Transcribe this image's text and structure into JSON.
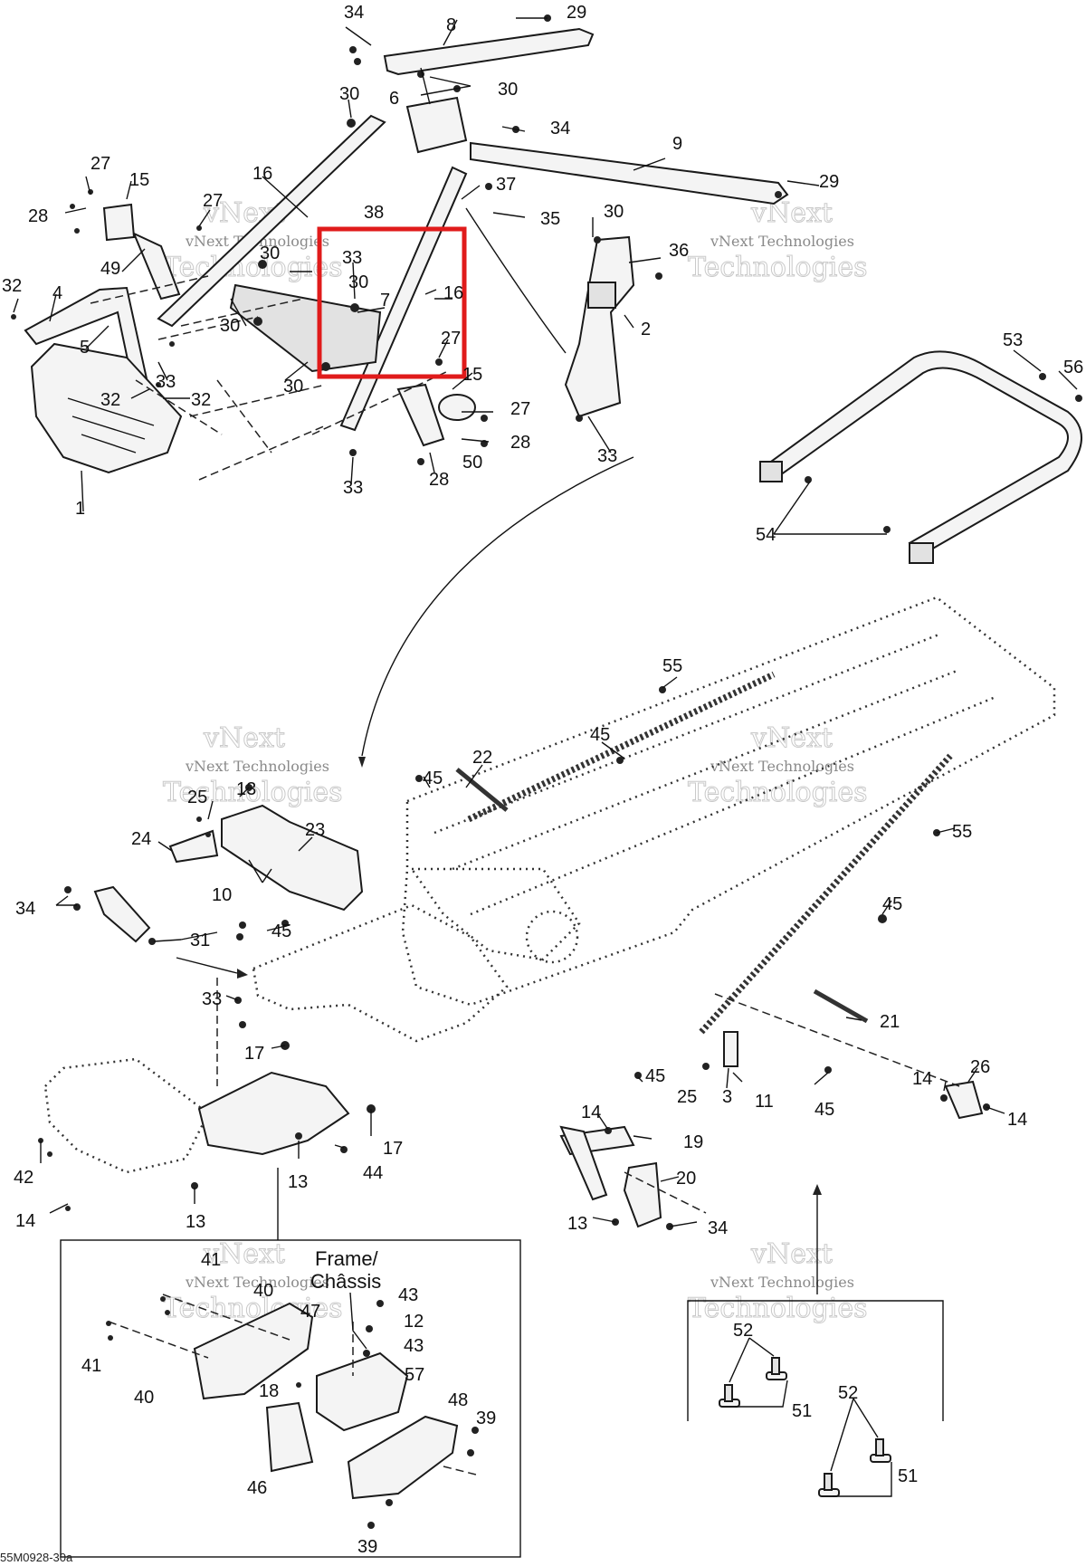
{
  "diagram": {
    "drawing_code": "55M0928-30a",
    "frame_label_line1": "Frame/",
    "frame_label_line2": "Châssis",
    "watermarks": [
      {
        "line1": "vNext",
        "line2": "vNext Technologies",
        "line3": "Technologies"
      },
      {
        "line1": "vNext",
        "line2": "vNext Technologies",
        "line3": "Technologies"
      },
      {
        "line1": "vNext",
        "line2": "vNext Technologies",
        "line3": "Technologies"
      },
      {
        "line1": "vNext",
        "line2": "vNext Technologies",
        "line3": "Technologies"
      },
      {
        "line1": "vNext",
        "line2": "vNext Technologies",
        "line3": "Technologies"
      },
      {
        "line1": "vNext",
        "line2": "vNext Technologies",
        "line3": "Technologies"
      }
    ],
    "highlight_color": "#e01b1b",
    "callouts": [
      "34",
      "8",
      "29",
      "30",
      "30",
      "6",
      "34",
      "9",
      "27",
      "15",
      "16",
      "27",
      "37",
      "38",
      "35",
      "28",
      "29",
      "30",
      "36",
      "49",
      "30",
      "33",
      "30",
      "7",
      "16",
      "2",
      "32",
      "4",
      "5",
      "30",
      "27",
      "30",
      "15",
      "33",
      "32",
      "32",
      "27",
      "28",
      "50",
      "28",
      "33",
      "1",
      "33",
      "53",
      "56",
      "54",
      "55",
      "45",
      "22",
      "45",
      "13",
      "25",
      "23",
      "24",
      "55",
      "10",
      "45",
      "34",
      "31",
      "45",
      "33",
      "21",
      "17",
      "45",
      "25",
      "3",
      "11",
      "45",
      "14",
      "26",
      "14",
      "14",
      "19",
      "17",
      "44",
      "42",
      "13",
      "20",
      "14",
      "13",
      "13",
      "34",
      "41",
      "40",
      "47",
      "43",
      "12",
      "43",
      "41",
      "40",
      "18",
      "57",
      "48",
      "39",
      "46",
      "39",
      "52",
      "51",
      "52",
      "51"
    ]
  }
}
